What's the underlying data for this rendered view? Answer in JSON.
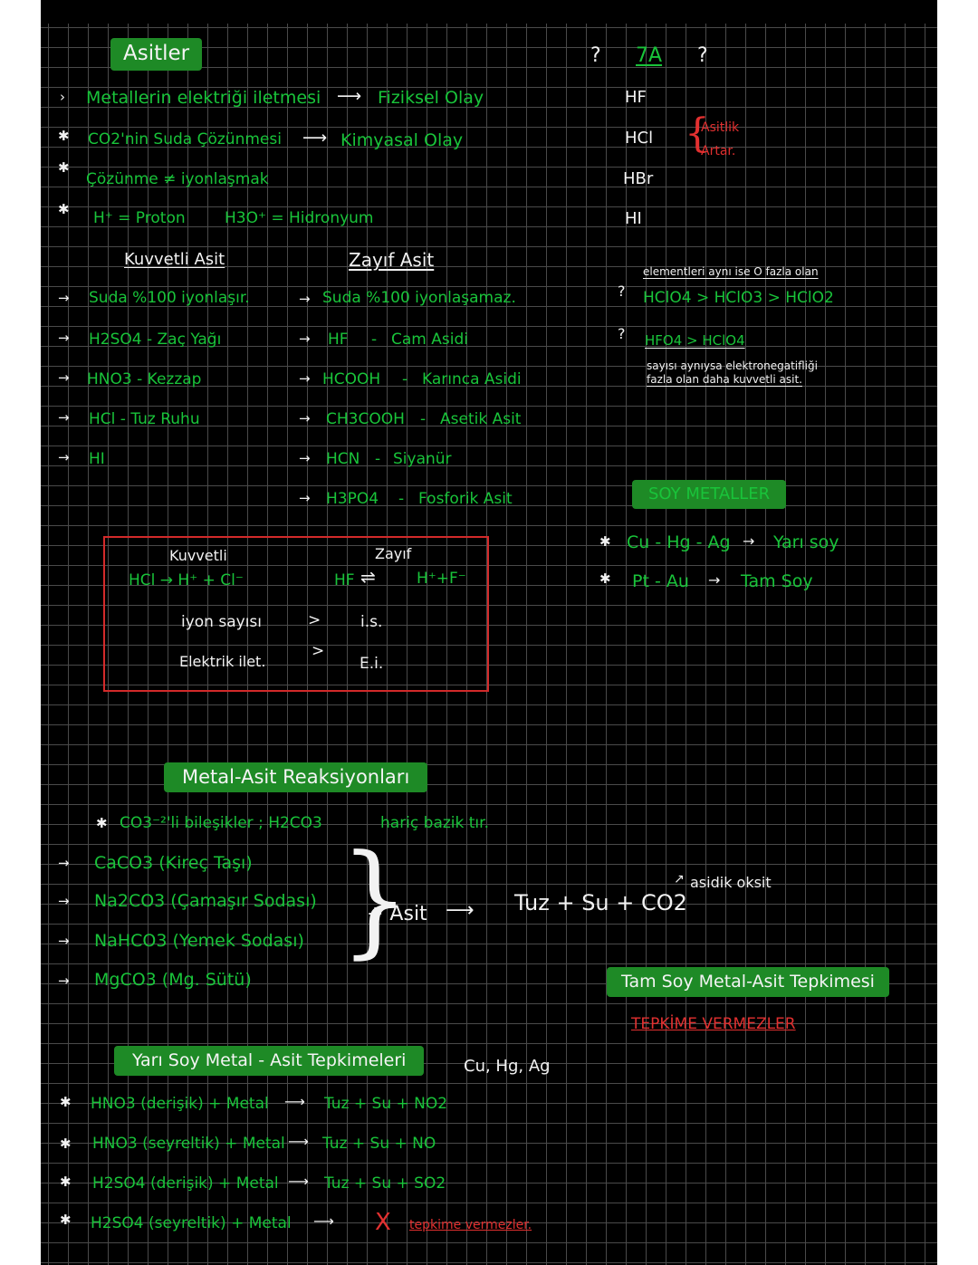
{
  "headings": {
    "asitler": "Asitler",
    "soy_metaller": "SOY METALLER",
    "metal_asit": "Metal-Asit Reaksiyonları",
    "tam_soy": "Tam Soy Metal-Asit Tepkimesi",
    "yari_soy": "Yarı Soy Metal - Asit Tepkimeleri"
  },
  "intro": {
    "line1_a": "Metallerin elektriği iletmesi",
    "line1_b": "Fiziksel Olay",
    "line2_a": "CO2'nin Suda Çözünmesi",
    "line2_b": "Kimyasal Olay",
    "line3": "Çözünme ≠ iyonlaşmak",
    "line4_a": "H⁺ = Proton",
    "line4_b": "H3O⁺ = Hidronyum"
  },
  "strong": {
    "title": "Kuvvetli Asit",
    "items": [
      "Suda %100 iyonlaşır.",
      "H2SO4 - Zaç Yağı",
      "HNO3 - Kezzap",
      "HCl - Tuz Ruhu",
      "HI"
    ]
  },
  "weak": {
    "title": "Zayıf Asit",
    "items": [
      "Suda %100 iyonlaşamaz.",
      "HF",
      "Cam Asidi",
      "HCOOH",
      "Karınca Asidi",
      "CH3COOH",
      "Asetik Asit",
      "HCN",
      "Siyanür",
      "H3PO4",
      "Fosforik Asit"
    ]
  },
  "compare": {
    "strong_label": "Kuvvetli",
    "weak_label": "Zayıf",
    "strong_eq": "HCl → H⁺ + Cl⁻",
    "weak_eq_a": "HF",
    "weak_eq_b": "H⁺+F⁻",
    "ion_label": "iyon sayısı",
    "elec_label": "Elektrik ilet.",
    "gt": ">",
    "is": "i.s.",
    "ei": "E.i."
  },
  "group7a": {
    "q": "?",
    "title": "7A",
    "items": [
      "HF",
      "HCl",
      "HBr",
      "HI"
    ],
    "note_a": "Asitlik",
    "note_b": "Artar."
  },
  "oxy": {
    "note1": "elementleri aynı ise O fazla olan",
    "row1": "HClO4 > HClO3 > HClO2",
    "row2": "HFO4 > HClO4",
    "note2_a": "sayısı aynıysa elektronegatifliği",
    "note2_b": "fazla olan daha kuvvetli asit."
  },
  "soy": {
    "row1_a": "Cu - Hg - Ag",
    "row1_b": "Yarı soy",
    "row2_a": "Pt - Au",
    "row2_b": "Tam Soy"
  },
  "carb": {
    "note_a": "CO3⁻²'li bileşikler ; H2CO3",
    "note_b": "hariç bazik tır.",
    "items": [
      "CaCO3 (Kireç Taşı)",
      "Na2CO3 (Çamaşır Sodası)",
      "NaHCO3 (Yemek Sodası)",
      "MgCO3 (Mg. Sütü)"
    ],
    "plus_acid": "+ Asit",
    "product": "Tuz + Su + CO2",
    "oxide": "asidik oksit"
  },
  "tam_soy_red": "TEPKİME VERMEZLER",
  "yari": {
    "metals": "Cu, Hg, Ag",
    "rows": [
      {
        "a": "HNO3 (derişik) + Metal",
        "b": "Tuz + Su + NO2"
      },
      {
        "a": "HNO3 (seyreltik) + Metal",
        "b": "Tuz + Su + NO"
      },
      {
        "a": "H2SO4 (derişik) + Metal",
        "b": "Tuz + Su + SO2"
      },
      {
        "a": "H2SO4 (seyreltik) + Metal",
        "b": "tepkime vermezler."
      }
    ],
    "x": "X"
  },
  "colors": {
    "green": "#19c43a",
    "red": "#e23030",
    "highlight": "#1e8a26"
  }
}
